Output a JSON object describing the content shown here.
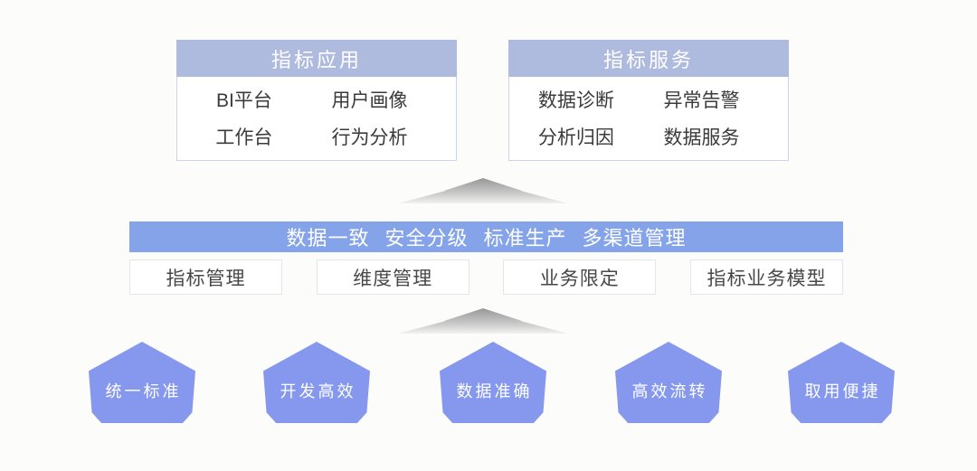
{
  "top_boxes": [
    {
      "title": "指标应用",
      "items": [
        "BI平台",
        "用户画像",
        "工作台",
        "行为分析"
      ]
    },
    {
      "title": "指标服务",
      "items": [
        "数据诊断",
        "异常告警",
        "分析归因",
        "数据服务"
      ]
    }
  ],
  "governance_banner": {
    "items": [
      "数据一致",
      "安全分级",
      "标准生产",
      "多渠道管理"
    ]
  },
  "modules": [
    "指标管理",
    "维度管理",
    "业务限定",
    "指标业务模型"
  ],
  "benefit_badges": [
    "统一标准",
    "开发高效",
    "数据准确",
    "高效流转",
    "取用便捷"
  ],
  "icons": {
    "up_arrow": "up-arrow-icon"
  },
  "colors": {
    "header_fill": "#afbbde",
    "banner_fill": "#84a3e8",
    "badge_fill": "#8598ee",
    "box_border": "#ccd3ea",
    "module_border": "#e5e5e3",
    "text_dark": "#3b3b3b",
    "text_white": "#ffffff",
    "arrow_gray": "#979797"
  }
}
